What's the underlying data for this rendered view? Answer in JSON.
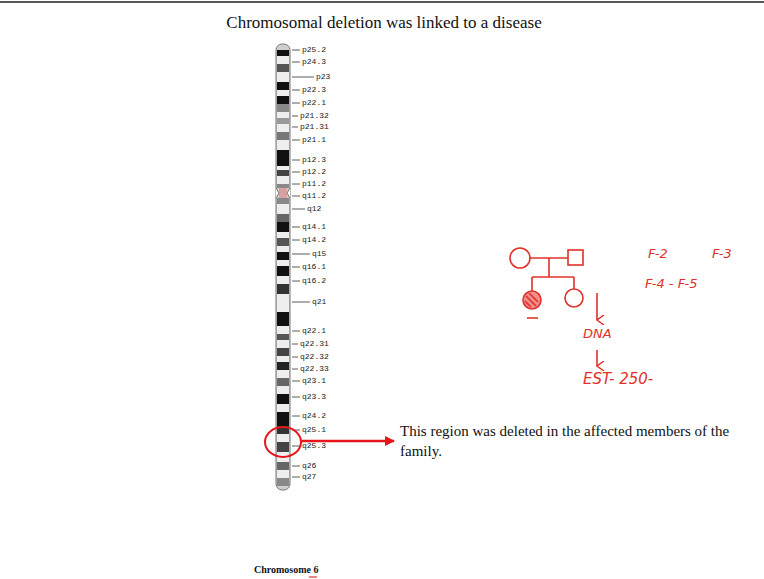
{
  "diagram": {
    "title": "Chromosomal deletion was linked to a disease",
    "caption": "Chromosome 6",
    "labels": [
      "p25.2",
      "p24.3",
      "p23",
      "p22.3",
      "p22.1",
      "p21.32",
      "p21.31",
      "p21.1",
      "p12.3",
      "p12.2",
      "p11.2",
      "q11.2",
      "q12",
      "q14.1",
      "q14.2",
      "q15",
      "q16.1",
      "q16.2",
      "q21",
      "q22.1",
      "q22.31",
      "q22.32",
      "q22.33",
      "q23.1",
      "q23.3",
      "q24.2",
      "q25.1",
      "q25.3",
      "q26",
      "q27",
      "This region was deleted in the affected members of the family.",
      "F-2",
      "F-3",
      "F-4 - F-5",
      "DNA",
      "EST- 250-"
    ]
  }
}
